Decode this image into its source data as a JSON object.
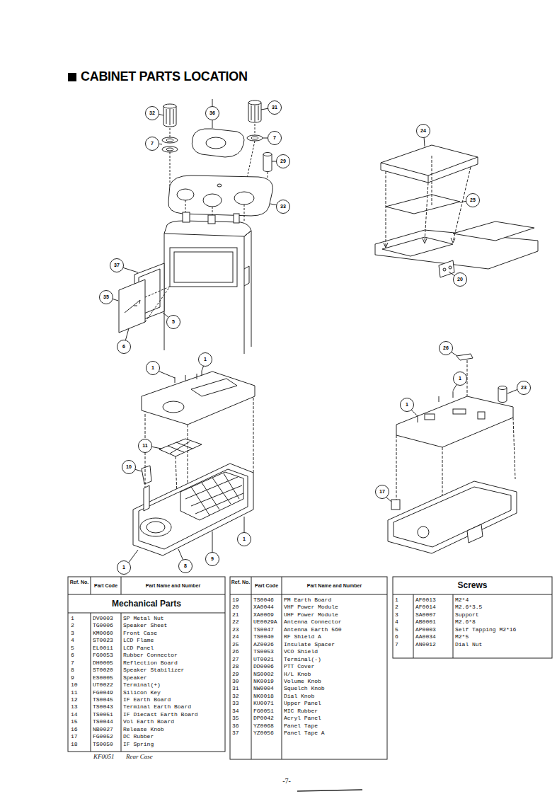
{
  "diagram": {
    "title": "CABINET PARTS LOCATION",
    "nodes": [
      {
        "text": [
          "32"
        ]
      },
      {
        "text": [
          "7"
        ]
      },
      {
        "text": [
          "36"
        ]
      },
      {
        "text": [
          "31"
        ]
      },
      {
        "text": [
          "7"
        ]
      },
      {
        "text": [
          "29"
        ]
      },
      {
        "text": [
          "33"
        ]
      },
      {
        "text": [
          "37"
        ]
      },
      {
        "text": [
          "35"
        ]
      },
      {
        "text": [
          "5"
        ]
      },
      {
        "text": [
          "6"
        ]
      },
      {
        "text": [
          "24"
        ]
      },
      {
        "text": [
          "25"
        ]
      },
      {
        "text": [
          "20"
        ]
      },
      {
        "text": [
          "1"
        ]
      },
      {
        "text": [
          "1"
        ]
      },
      {
        "text": [
          "11"
        ]
      },
      {
        "text": [
          "10"
        ]
      },
      {
        "text": [
          "8"
        ]
      },
      {
        "text": [
          "9"
        ]
      },
      {
        "text": [
          "1"
        ]
      },
      {
        "text": [
          "1"
        ]
      },
      {
        "text": [
          "26"
        ]
      },
      {
        "text": [
          "23"
        ]
      },
      {
        "text": [
          "1"
        ]
      },
      {
        "text": [
          "1"
        ]
      },
      {
        "text": [
          "17"
        ]
      }
    ],
    "labels": [
      "Ref. No.",
      "Part Code",
      "Part Name and Number",
      "Mechanical Parts",
      "1",
      "DV0003",
      "SP Metal Nut",
      "2",
      "TG0006",
      "Speaker Sheet",
      "3",
      "KM0060",
      "Front Case",
      "4",
      "ST0023",
      "LCD Flame",
      "5",
      "EL0011",
      "LCD Panel",
      "6",
      "FG0053",
      "Rubber Connector",
      "7",
      "DH0005",
      "Reflection Board",
      "8",
      "ST0020",
      "Speaker Stabilizer",
      "9",
      "ES0005",
      "Speaker",
      "10",
      "UT0022",
      "Terminal(+)",
      "11",
      "FG0049",
      "Silicon Key",
      "12",
      "TS0045",
      "IF Earth Board",
      "13",
      "TS0043",
      "Terminal Earth Board",
      "14",
      "TS0051",
      "IF Diecast Earth Board",
      "15",
      "TS0044",
      "Vol Earth Board",
      "16",
      "NB0027",
      "Release Knob",
      "17",
      "FG0052",
      "DC Rubber",
      "18",
      "TS0050",
      "IF Spring",
      "KF0051",
      "Rear Case",
      "Ref. No.",
      "Part Code",
      "Part Name and Number",
      "19",
      "TS0046",
      "PM Earth Board",
      "20",
      "XA0044",
      "VHF Power Module",
      "21",
      "XA0069",
      "UHF Power Module",
      "22",
      "UE0029A",
      "Antenna Connector",
      "23",
      "TS0047",
      "Antenna Earth 560",
      "24",
      "TS0040",
      "RF Shield A",
      "25",
      "AZ0026",
      "Insulate Spacer",
      "26",
      "TS0053",
      "VCO Shield",
      "27",
      "UT0021",
      "Terminal(-)",
      "28",
      "DD0006",
      "PTT Cover",
      "29",
      "NS0002",
      "H/L Knob",
      "30",
      "NK0019",
      "Volume Knob",
      "31",
      "NW0004",
      "Squelch Knob",
      "32",
      "NK0018",
      "Dial Knob",
      "33",
      "KU0071",
      "Upper Panel",
      "34",
      "FG0051",
      "MIC Rubber",
      "35",
      "DP0042",
      "Acryl Panel",
      "36",
      "YZ0068",
      "Panel Tape",
      "37",
      "YZ0056",
      "Panel Tape A",
      "Screws",
      "1",
      "AF0013",
      "M2*4",
      "2",
      "AF0014",
      "M2.6*3.5",
      "3",
      "SA0007",
      "Support",
      "4",
      "AB0001",
      "M2.6*8",
      "5",
      "AP0003",
      "Self Tapping M2*16",
      "6",
      "AA0034",
      "M2*5",
      "7",
      "AN0012",
      "Dial Nut",
      "-7-"
    ]
  }
}
